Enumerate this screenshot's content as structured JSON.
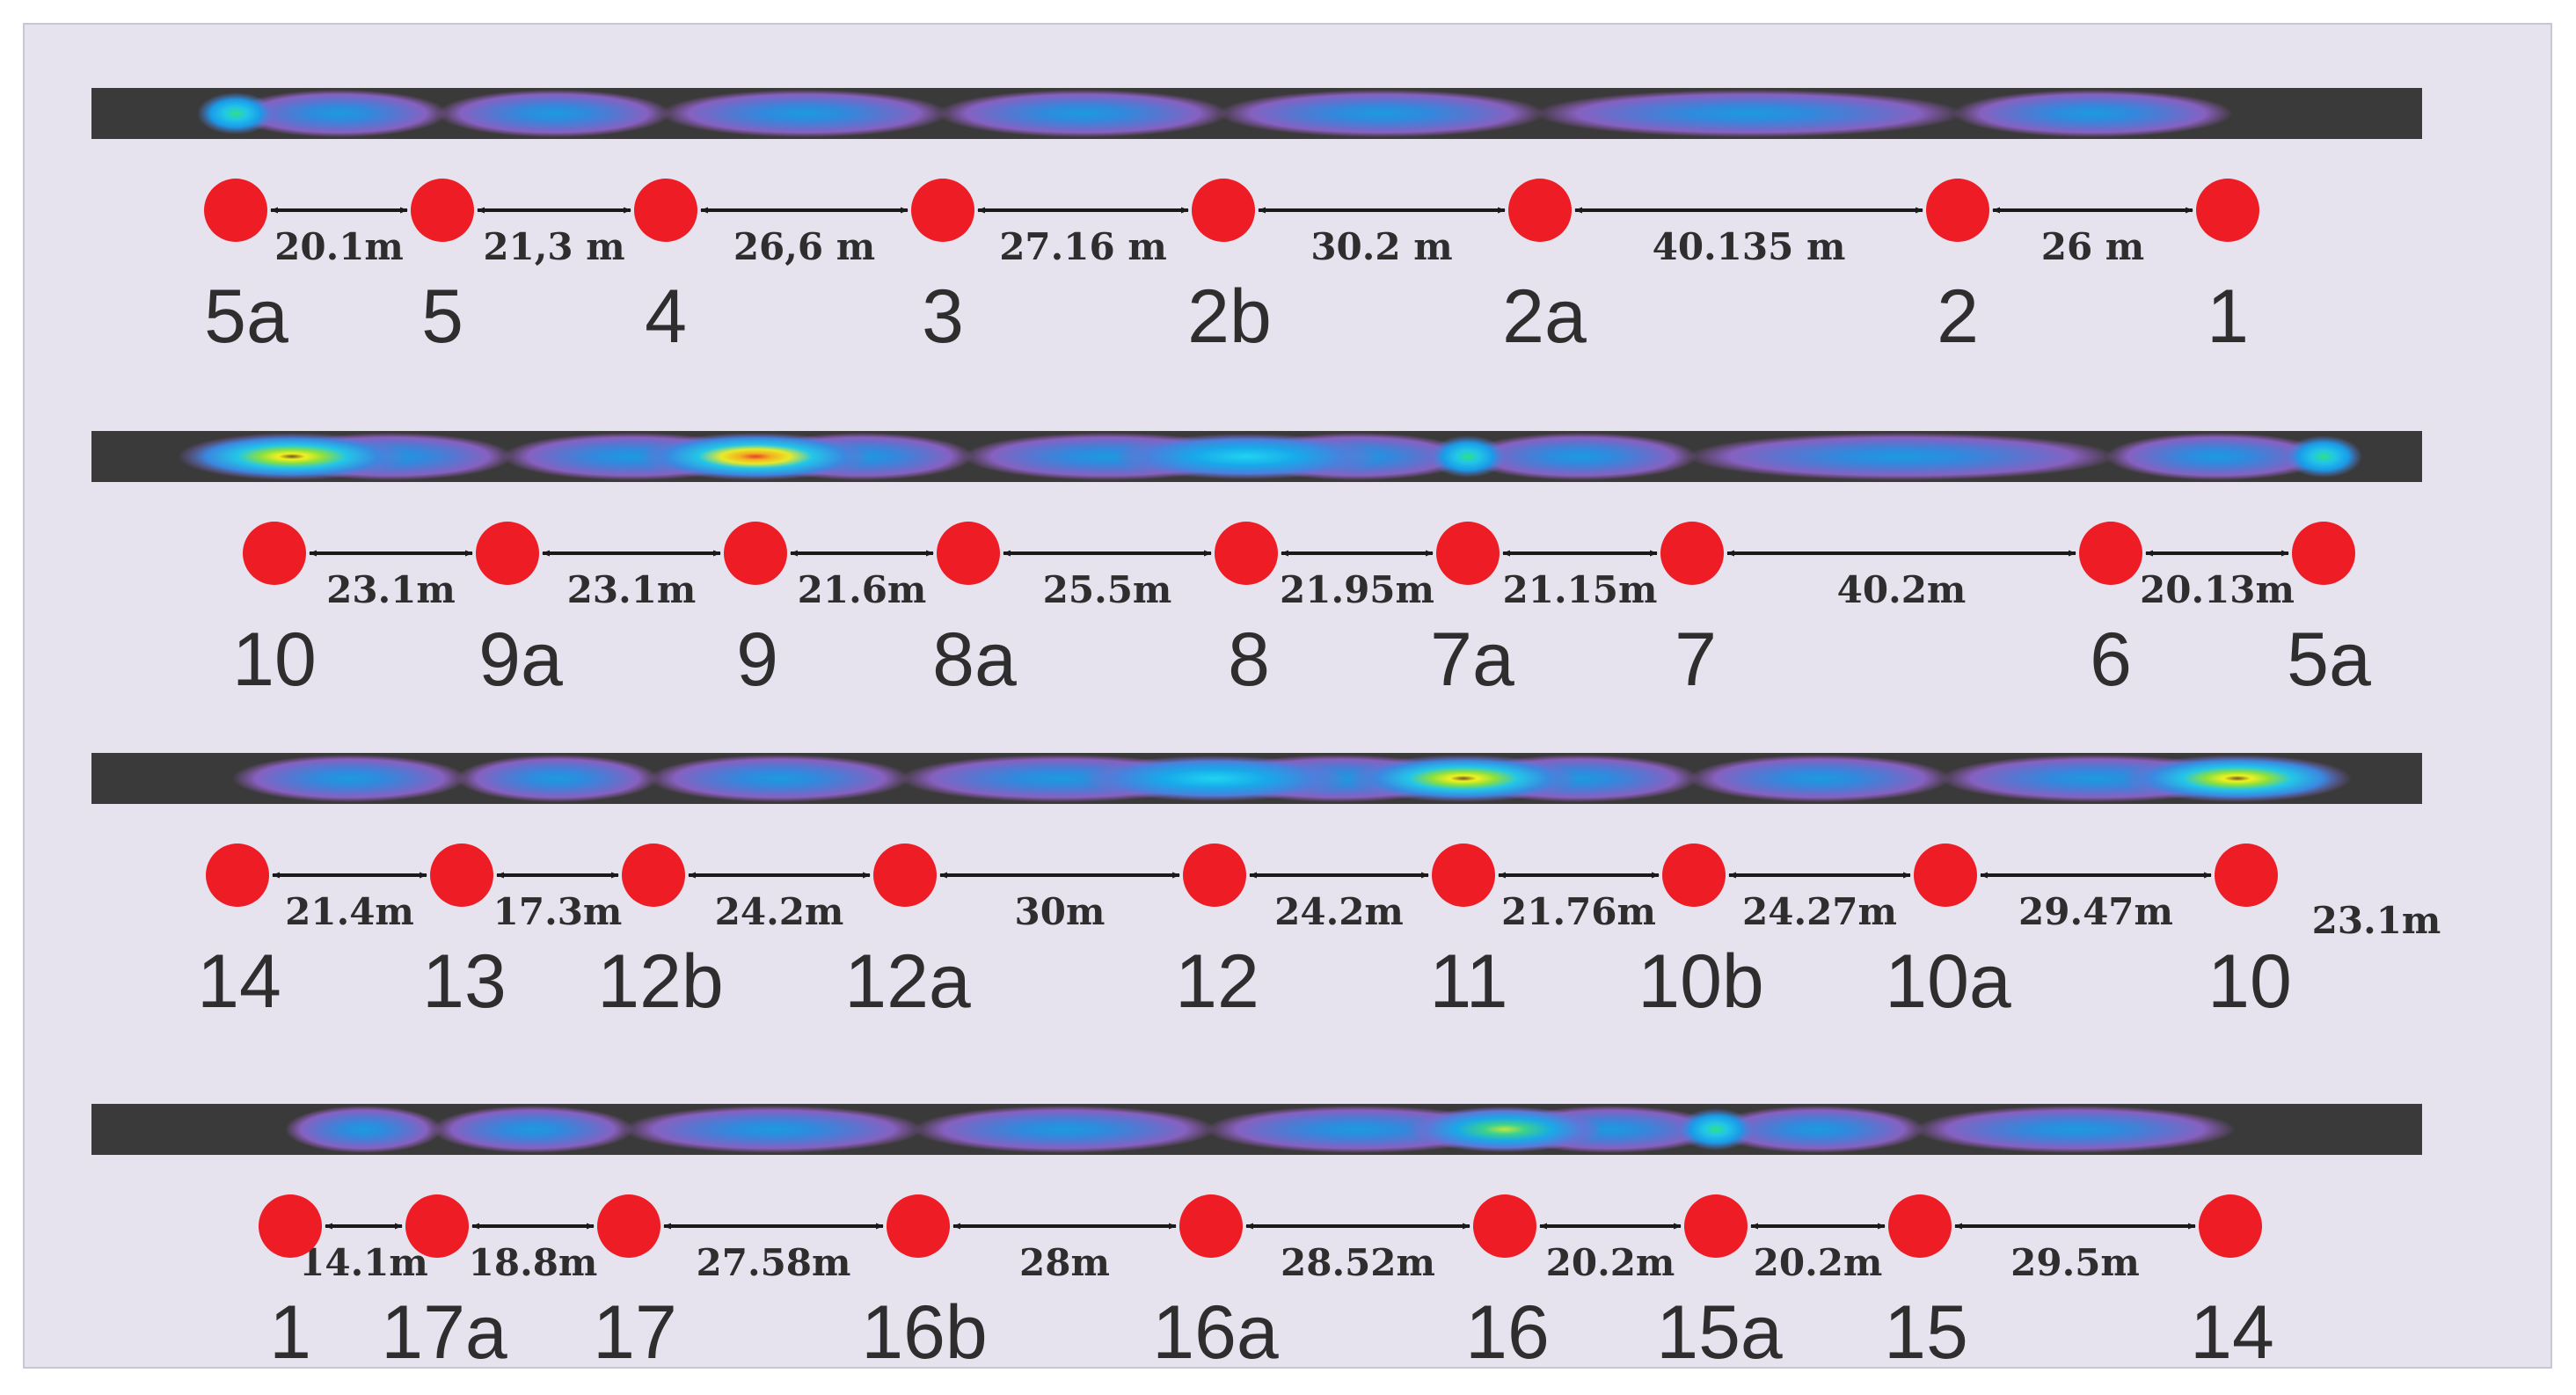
{
  "colors": {
    "background": "#e6e2ee",
    "track": "#3a3a3a",
    "station": "#ee1c24",
    "arrow": "#1a1a1a",
    "text": "#2e2e2e"
  },
  "rows": [
    {
      "labels": [
        "5a",
        "5",
        "4",
        "3",
        "2b",
        "2a",
        "2",
        "1"
      ],
      "distances": [
        "20.1m",
        "21,3 m",
        "26,6 m",
        "27.16 m",
        "30.2 m",
        "40.135 m",
        "26 m"
      ],
      "hotspots": [
        "cyan",
        "none",
        "none",
        "none",
        "none",
        "none",
        "none",
        "none"
      ],
      "extra_distance": ""
    },
    {
      "labels": [
        "10",
        "9a",
        "9",
        "8a",
        "8",
        "7a",
        "7",
        "6",
        "5a"
      ],
      "distances": [
        "23.1m",
        "23.1m",
        "21.6m",
        "25.5m",
        "21.95m",
        "21.15m",
        "40.2m",
        "20.13m"
      ],
      "hotspots": [
        "yellow",
        "none",
        "orange",
        "none",
        "cyan-wide",
        "cyan",
        "none",
        "none",
        "cyan"
      ],
      "extra_distance": ""
    },
    {
      "labels": [
        "14",
        "13",
        "12b",
        "12a",
        "12",
        "11",
        "10b",
        "10a",
        "10"
      ],
      "distances": [
        "21.4m",
        "17.3m",
        "24.2m",
        "30m",
        "24.2m",
        "21.76m",
        "24.27m",
        "29.47m"
      ],
      "hotspots": [
        "none",
        "none",
        "none",
        "none",
        "cyan-wide",
        "yellow",
        "none",
        "none",
        "yellow"
      ],
      "extra_distance": "23.1m"
    },
    {
      "labels": [
        "1",
        "17a",
        "17",
        "16b",
        "16a",
        "16",
        "15a",
        "15",
        "14"
      ],
      "distances": [
        "14.1m",
        "18.8m",
        "27.58m",
        "28m",
        "28.52m",
        "20.2m",
        "20.2m",
        "29.5m"
      ],
      "hotspots": [
        "none",
        "none",
        "none",
        "none",
        "none",
        "green",
        "cyan",
        "none",
        "none"
      ],
      "extra_distance": ""
    }
  ]
}
